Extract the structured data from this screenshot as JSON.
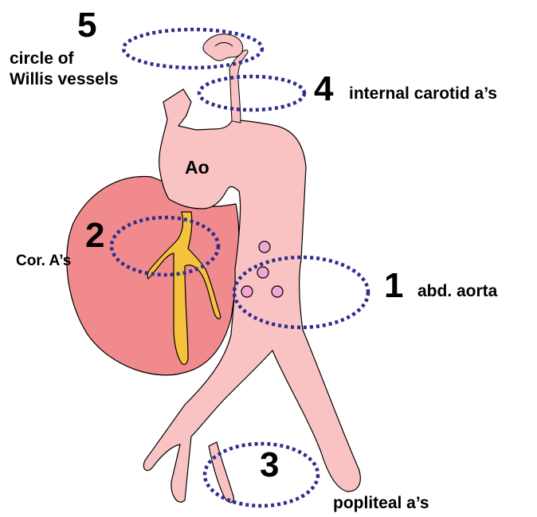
{
  "labels": {
    "site5_number": "5",
    "site5_text_line1": "circle of",
    "site5_text_line2": "Willis vessels",
    "site4_number": "4",
    "site4_text": "internal carotid a’s",
    "aorta": "Ao",
    "site2_number": "2",
    "site2_text": "Cor. A’s",
    "site1_number": "1",
    "site1_text": "abd. aorta",
    "site3_number": "3",
    "site3_text": "popliteal a’s"
  },
  "colors": {
    "vessel_fill": "#f9c2c3",
    "heart_fill": "#f08a8c",
    "coronary_fill": "#f5c23c",
    "plaque_fill": "#f2a6d6",
    "ring_stroke": "#2e2e8f",
    "outline": "#000000"
  }
}
